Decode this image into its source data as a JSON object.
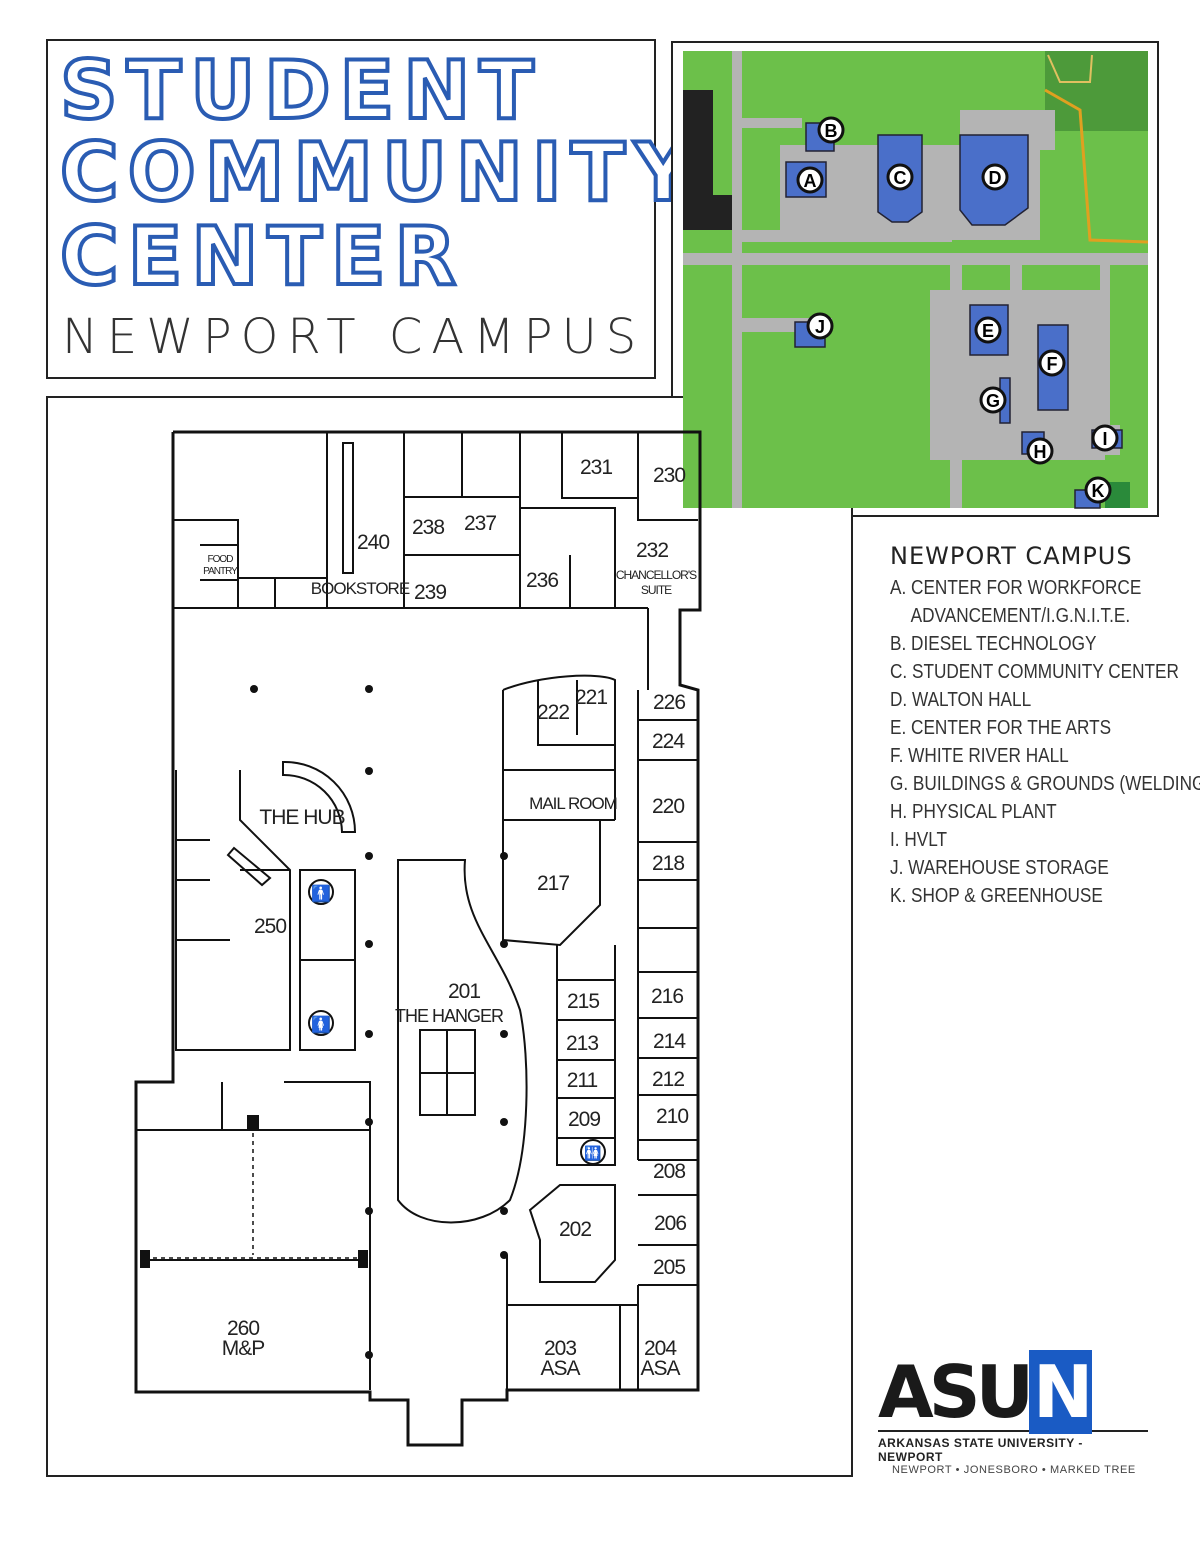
{
  "title": {
    "line1": "STUDENT",
    "line2": "COMMUNITY",
    "line3": "CENTER",
    "subtitle": "NEWPORT CAMPUS"
  },
  "colors": {
    "title_blue": "#2a5cb3",
    "map_green": "#6cc04a",
    "road_gray": "#b4b4b4",
    "building_blue": "#4a6fc9"
  },
  "map_markers": [
    "A",
    "B",
    "C",
    "D",
    "E",
    "F",
    "G",
    "H",
    "I",
    "J",
    "K"
  ],
  "legend": {
    "heading": "NEWPORT CAMPUS",
    "items": [
      "A. CENTER FOR WORKFORCE",
      "ADVANCEMENT/I.G.N.I.T.E.",
      "B. DIESEL TECHNOLOGY",
      "C. STUDENT COMMUNITY CENTER",
      "D. WALTON HALL",
      "E. CENTER FOR THE ARTS",
      "F. WHITE RIVER HALL",
      "G. BUILDINGS & GROUNDS (WELDING)",
      "H. PHYSICAL PLANT",
      "I. HVLT",
      "J. WAREHOUSE STORAGE",
      "K. SHOP & GREENHOUSE"
    ]
  },
  "rooms": {
    "r231": "231",
    "r230": "230",
    "r238": "238",
    "r237": "237",
    "r240": "240",
    "r239": "239",
    "r236": "236",
    "r232": "232",
    "chancellors": "CHANCELLOR'S",
    "suite": "SUITE",
    "food": "FOOD",
    "pantry": "PANTRY",
    "bookstore": "BOOKSTORE",
    "r222": "222",
    "r221": "221",
    "r226": "226",
    "r224": "224",
    "mail": "MAIL ROOM",
    "r220": "220",
    "r218": "218",
    "r217": "217",
    "hub": "THE HUB",
    "r250": "250",
    "r201": "201",
    "hanger": "THE HANGER",
    "r215": "215",
    "r216": "216",
    "r213": "213",
    "r214": "214",
    "r211": "211",
    "r212": "212",
    "r209": "209",
    "r210": "210",
    "r208": "208",
    "r202": "202",
    "r206": "206",
    "r205": "205",
    "r203": "203",
    "asa1": "ASA",
    "r204": "204",
    "asa2": "ASA",
    "r260": "260",
    "mp": "M&P"
  },
  "logo": {
    "word": "ASU",
    "letter": "N",
    "line1": "ARKANSAS STATE UNIVERSITY - NEWPORT",
    "line2": "NEWPORT • JONESBORO • MARKED TREE"
  }
}
